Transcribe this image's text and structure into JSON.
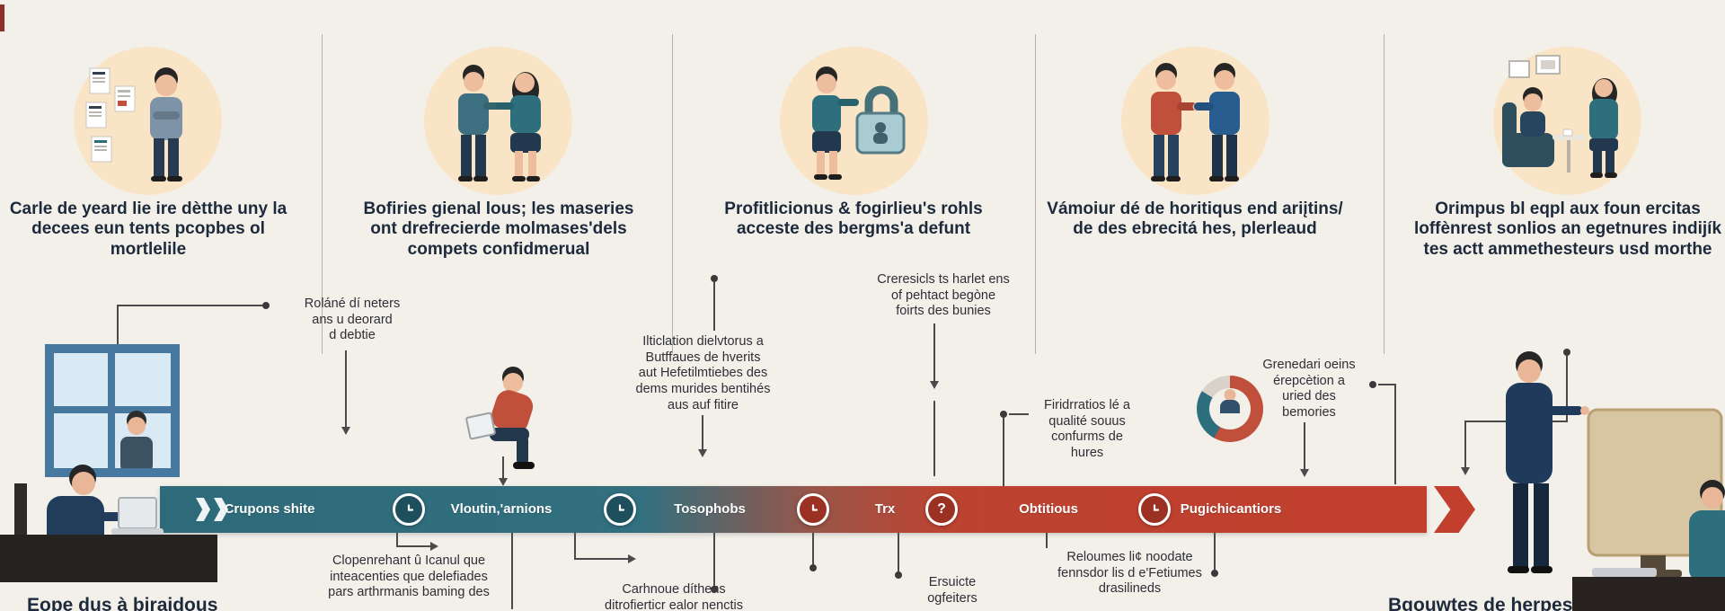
{
  "palette": {
    "background": "#f3f0ea",
    "caption_text": "#1c2a3c",
    "annotation_text": "#2e2e36",
    "timeline_teal": "#2d6a7a",
    "timeline_red": "#c23e2d",
    "illustration_circle": "#f9e5c6",
    "marker_teal": "#1e4f5c",
    "marker_red": "#9a3123"
  },
  "columns": [
    "Carle de yeard lie ire dètthe uny la decees eun tents pcopbes ol mortlelile",
    "Bofiries gienal lous; les maseries ont drefrecierde molmases'dels compets confidmerual",
    "Profitlicionus & fogirlieu's rohls acceste des bergms'a defunt",
    "Vámoiur dé de horitiqus end ariįtins/ de des ebrecitá hes, plerleaud",
    "Orimpus bl eqpl aux foun ercitas loffènrest sonlios an egetnures indijík tes actt ammethesteurs usd morthe"
  ],
  "timeline": {
    "stages": [
      "Crupons shite",
      "Vloutin,'arnions",
      "Tosophobs",
      "Trx",
      "Obtitious",
      "Pugichicantiors"
    ],
    "marker_icons": [
      "clock-icon",
      "clock-icon",
      "clock-icon",
      "question-icon",
      "clock-icon"
    ],
    "question_glyph": "?"
  },
  "notes": {
    "roland": "Roláné dí neters\nans u deorard\nd debtie",
    "ilticlation": "Ilticlation dielvtorus a\nButffaues de hverits\naut Hefetilmtiebes des\ndems murides bentihés\naus auf fitire",
    "creresicls": "Creresicls ts harlet ens\nof pehtact begòne\nfoirts des bunies",
    "firidrratios": "Firidrratios lé a\nqualité souus\nconfurms de\nhures",
    "grenedari": "Grenedari oeins\nérepcètion a\nuried des\nbemories",
    "clopenrehant": "Clopenrehant û Icanul que\ninteacenties que delefiades\npars arthrmanis baming des",
    "carhnoue": "Carhnoue díthens\nditrofierticr ealor nenctis",
    "ersuicte": "Ersuicte\nogfeiters",
    "reloumes": "Reloumes li¢ noodate\nfennsdor lis d e'Fetiumes\ndrasilineds",
    "eope": "Eope dus à biraidous",
    "bgouwtes": "Bgouwtes de herpes"
  }
}
